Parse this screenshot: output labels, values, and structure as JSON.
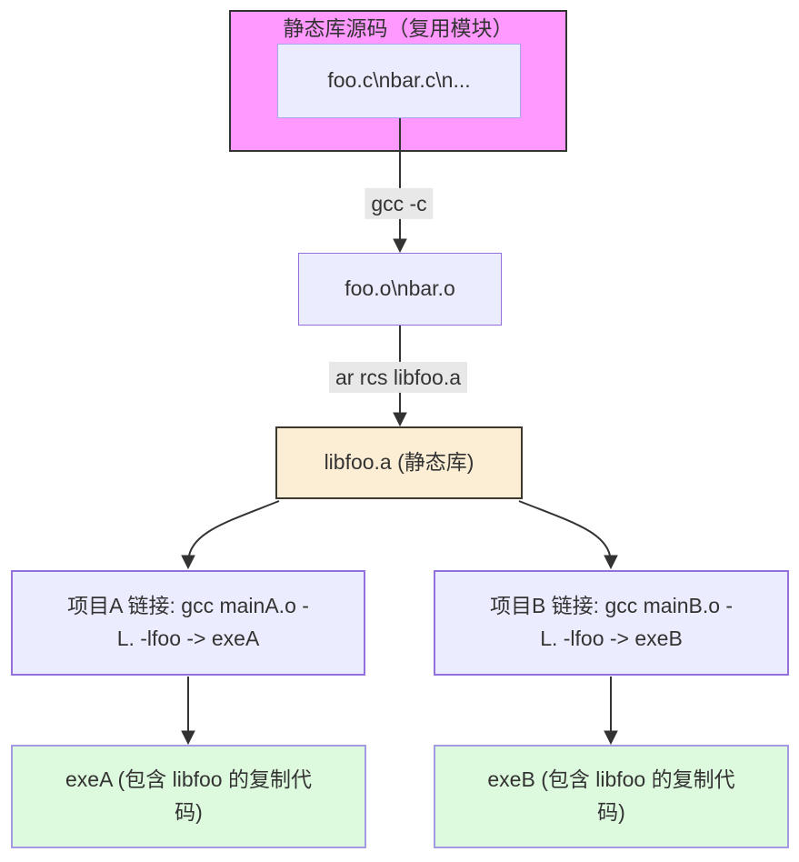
{
  "diagram": {
    "type": "flowchart-top-down",
    "subgraph": {
      "title": "静态库源码（复用模块）",
      "fill": "#ff99ff",
      "border": "#333333"
    },
    "nodes": {
      "sources": {
        "label": "foo.c\\nbar.c\\n...",
        "fill": "#ececff",
        "border": "#a9a9f0"
      },
      "objects": {
        "label": "foo.o\\nbar.o",
        "fill": "#ececff",
        "border": "#9370db"
      },
      "lib": {
        "label": "libfoo.a (静态库)",
        "fill": "#fceed5",
        "border": "#3d382e"
      },
      "linkA": {
        "lines": [
          "项目A 链接: gcc mainA.o -",
          "L. -lfoo -> exeA"
        ],
        "fill": "#ececff",
        "border": "#9370db"
      },
      "linkB": {
        "lines": [
          "项目B 链接: gcc mainB.o -",
          "L. -lfoo -> exeB"
        ],
        "fill": "#ececff",
        "border": "#9370db"
      },
      "exeA": {
        "lines": [
          "exeA (包含 libfoo 的复制代",
          "码)"
        ],
        "fill": "#defade",
        "border": "#a49ae2"
      },
      "exeB": {
        "lines": [
          "exeB (包含 libfoo 的复制代",
          "码)"
        ],
        "fill": "#defade",
        "border": "#a49ae2"
      }
    },
    "edges": {
      "compile": {
        "label": "gcc -c",
        "from": "sources",
        "to": "objects"
      },
      "archive": {
        "label": "ar rcs libfoo.a",
        "from": "objects",
        "to": "lib"
      },
      "lib_to_linkA": {
        "label": "",
        "from": "lib",
        "to": "linkA"
      },
      "lib_to_linkB": {
        "label": "",
        "from": "lib",
        "to": "linkB"
      },
      "linkA_to_exeA": {
        "label": "",
        "from": "linkA",
        "to": "exeA"
      },
      "linkB_to_exeB": {
        "label": "",
        "from": "linkB",
        "to": "exeB"
      }
    },
    "palette": {
      "background": "#ffffff",
      "line": "#333333",
      "text": "#333333",
      "edge_label_bg": "#e8e8e8"
    }
  }
}
